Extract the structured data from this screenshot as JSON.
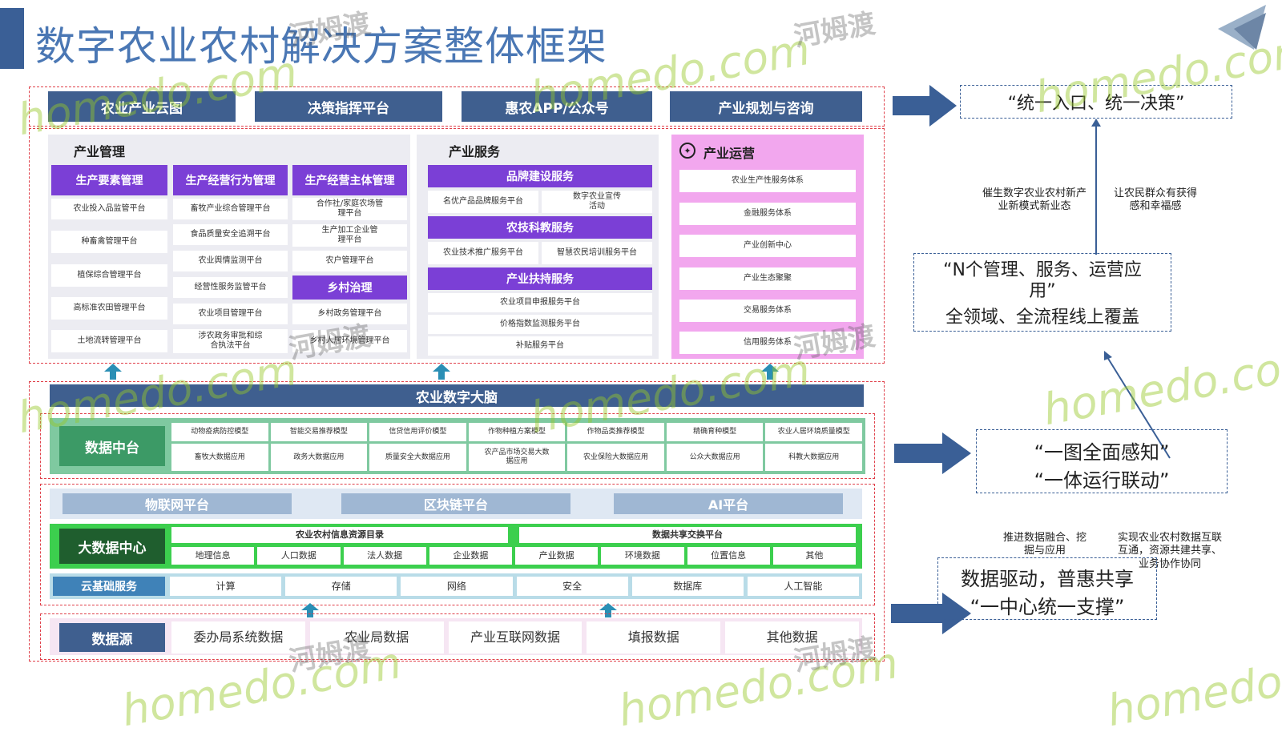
{
  "title": "数字农业农村解决方案整体框架",
  "top_platforms": [
    "农业产业云图",
    "决策指挥平台",
    "惠农APP/公众号",
    "产业规划与咨询"
  ],
  "industry_management": {
    "title": "产业管理",
    "columns": [
      {
        "header": "生产要素管理",
        "items": [
          "农业投入品监管平台",
          "种畜禽管理平台",
          "植保综合管理平台",
          "高标准农田管理平台",
          "土地流转管理平台"
        ]
      },
      {
        "header": "生产经营行为管理",
        "items": [
          "畜牧产业综合管理平台",
          "食品质量安全追溯平台",
          "农业舆情监测平台",
          "经营性服务监管平台",
          "农业项目管理平台",
          "涉农政务审批和综合执法平台"
        ]
      },
      {
        "header": "生产经营主体管理",
        "items": [
          "合作社/家庭农场管理平台",
          "生产加工企业管理平台",
          "农户管理平台"
        ]
      }
    ],
    "rural_governance": {
      "header": "乡村治理",
      "items": [
        "乡村政务管理平台",
        "乡村人居环境管理平台"
      ]
    }
  },
  "industry_services": {
    "title": "产业服务",
    "groups": [
      {
        "header": "品牌建设服务",
        "items": [
          "名优产品品牌服务平台",
          "数字农业宣传活动"
        ]
      },
      {
        "header": "农技科教服务",
        "items": [
          "农业技术推广服务平台",
          "智慧农民培训服务平台"
        ]
      },
      {
        "header": "产业扶持服务",
        "items": [
          "农业项目申报服务平台",
          "价格指数监测服务平台",
          "补贴服务平台"
        ]
      }
    ]
  },
  "industry_operation": {
    "title": "产业运营",
    "items": [
      "农业生产性服务体系",
      "金融服务体系",
      "产业创新中心",
      "产业生态聚聚",
      "交易服务体系",
      "信用服务体系"
    ]
  },
  "brain": "农业数字大脑",
  "data_center_platform": {
    "label": "数据中台",
    "row1": [
      "动物疫病防控模型",
      "智能交易推荐模型",
      "信贷信用评价模型",
      "作物种植方案模型",
      "作物品类推荐模型",
      "精确育种模型",
      "农业人居环境质量模型"
    ],
    "row2": [
      "畜牧大数据应用",
      "政务大数据应用",
      "质量安全大数据应用",
      "农产品市场交易大数据应用",
      "农业保险大数据应用",
      "公众大数据应用",
      "科教大数据应用"
    ]
  },
  "platforms": [
    "物联网平台",
    "区块链平台",
    "AI平台"
  ],
  "big_data_center": {
    "label": "大数据中心",
    "headers": [
      "农业农村信息资源目录",
      "数据共享交换平台"
    ],
    "items": [
      "地理信息",
      "人口数据",
      "法人数据",
      "企业数据",
      "产业数据",
      "环境数据",
      "位置信息",
      "其他"
    ]
  },
  "cloud": {
    "label": "云基础服务",
    "items": [
      "计算",
      "存储",
      "网络",
      "安全",
      "数据库",
      "人工智能"
    ]
  },
  "data_source": {
    "label": "数据源",
    "items": [
      "委办局系统数据",
      "农业局数据",
      "产业互联网数据",
      "填报数据",
      "其他数据"
    ]
  },
  "right": {
    "box1": "“统一入口、统一决策”",
    "note1a": "催生数字农业农村新产业新模式新业态",
    "note1b": "让农民群众有获得感和幸福感",
    "box2_line1": "“N个管理、服务、运营应用”",
    "box2_line2": "全领域、全流程线上覆盖",
    "box3_line1": "“一图全面感知”",
    "box3_line2": "“一体运行联动”",
    "note2a": "推进数据融合、挖掘与应用",
    "note2b": "实现农业农村数据互联互通，资源共建共享、业务协作协同",
    "box4_line1": "数据驱动，普惠共享",
    "box4_line2": "“一中心统一支撑”"
  },
  "watermark": {
    "text": "homedo.com",
    "cn": "河姆渡"
  },
  "colors": {
    "blue": "#3f5f8f",
    "purple": "#7b3fd6",
    "green": "#3ccf4e",
    "pink": "#f2a7ee",
    "red_dash": "#e0404a",
    "arrow": "#3a5f96"
  }
}
